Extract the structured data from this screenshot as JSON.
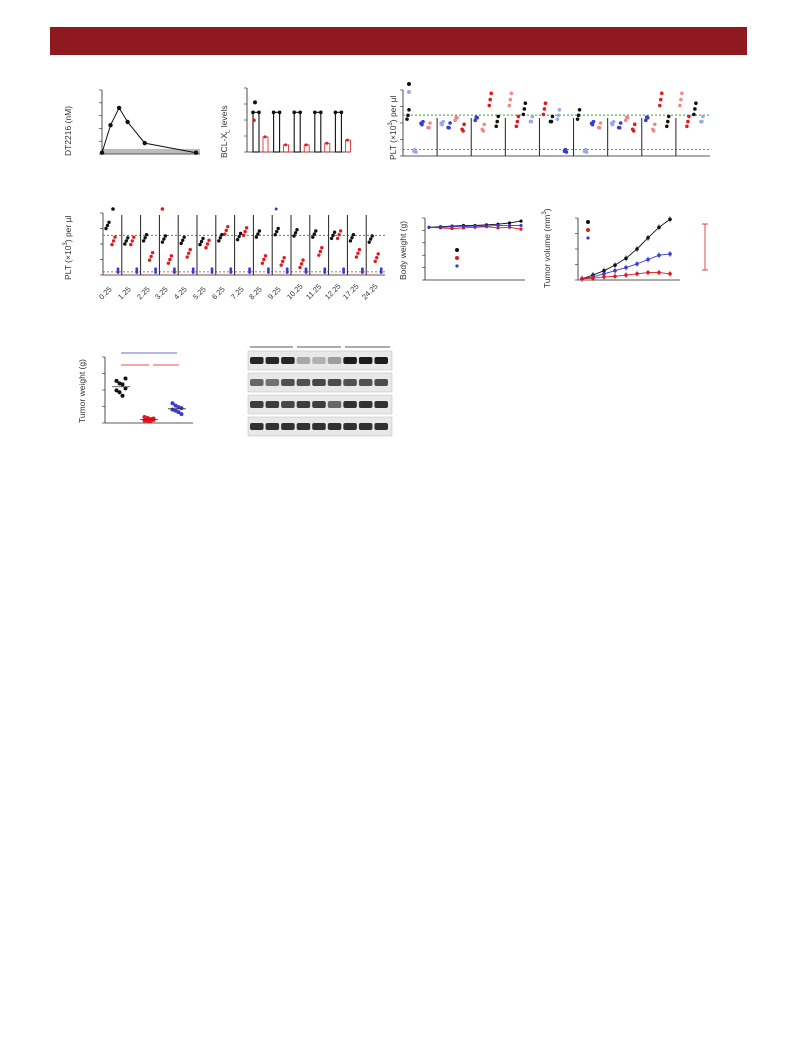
{
  "colors": {
    "banner": "#8e1a1f",
    "black": "#111111",
    "red": "#e0191f",
    "blue": "#3a3ad0",
    "lightblue": "#9aa8e6",
    "lightred": "#f08a8a",
    "green": "#2aa52a",
    "hatch": "#bbbbbb"
  },
  "axis_labels": {
    "dt2216": "DT2216 (nM)",
    "bclxl": "BCL-X",
    "bclxl_sub": "L",
    "bclxl_tail": " levels",
    "plt_pre": "PLT (×10",
    "plt_sup": "3",
    "plt_post": ") per μl",
    "plt_post_b": ") per µl",
    "bodyweight": "Body weight (g)",
    "tumorvol_pre": "Tumor volume (mm",
    "tumorvol_sup": "3",
    "tumorvol_post": ")",
    "tumorweight": "Tumor weight (g)"
  },
  "chart_data": [
    {
      "type": "line",
      "panel": "pk-concentration",
      "x": [
        0,
        1,
        2,
        3,
        5,
        11
      ],
      "y": [
        0.02,
        0.45,
        0.72,
        0.5,
        0.17,
        0.02
      ],
      "shaded_band": [
        0.02,
        0.08
      ]
    },
    {
      "type": "scatter",
      "panel": "bclxl-levels",
      "groups": 5,
      "black_values": [
        1.0,
        1.0,
        1.0,
        1.0,
        1.0
      ],
      "red_values": [
        0.38,
        0.18,
        0.18,
        0.22,
        0.3
      ],
      "outliers": [
        1.15,
        0.85
      ]
    },
    {
      "type": "scatter",
      "panel": "plt-dose-groups",
      "groups": 9,
      "reference_lines": {
        "green": 0.62,
        "red": 0.1
      }
    },
    {
      "type": "scatter",
      "panel": "plt-time-course",
      "categories": [
        "0.25",
        "1.25",
        "2.25",
        "3.25",
        "4.25",
        "5.25",
        "6.25",
        "7.25",
        "8.25",
        "9.25",
        "10.25",
        "11.25",
        "12.25",
        "17.25",
        "24.25"
      ]
    },
    {
      "type": "line",
      "panel": "body-weight",
      "series": [
        {
          "color": "black",
          "values": [
            0.85,
            0.86,
            0.87,
            0.88,
            0.88,
            0.89,
            0.9,
            0.92,
            0.95
          ]
        },
        {
          "color": "red",
          "values": [
            0.85,
            0.84,
            0.83,
            0.84,
            0.85,
            0.86,
            0.84,
            0.85,
            0.82
          ]
        },
        {
          "color": "blue",
          "values": [
            0.85,
            0.85,
            0.86,
            0.86,
            0.87,
            0.87,
            0.88,
            0.88,
            0.88
          ]
        }
      ]
    },
    {
      "type": "line",
      "panel": "tumor-volume",
      "series": [
        {
          "color": "black",
          "values": [
            0.02,
            0.08,
            0.15,
            0.24,
            0.35,
            0.5,
            0.68,
            0.85,
            0.98
          ]
        },
        {
          "color": "blue",
          "values": [
            0.02,
            0.05,
            0.1,
            0.15,
            0.2,
            0.26,
            0.33,
            0.4,
            0.42
          ]
        },
        {
          "color": "red",
          "values": [
            0.02,
            0.03,
            0.05,
            0.06,
            0.08,
            0.1,
            0.12,
            0.12,
            0.1
          ]
        }
      ]
    },
    {
      "type": "scatter",
      "panel": "tumor-weight",
      "groups": [
        {
          "color": "black",
          "values": [
            0.85,
            0.8,
            0.78,
            0.7,
            0.66,
            0.62,
            0.55,
            0.9
          ]
        },
        {
          "color": "red",
          "values": [
            0.12,
            0.1,
            0.08,
            0.06,
            0.05,
            0.04,
            0.03,
            0.09
          ]
        },
        {
          "color": "blue",
          "values": [
            0.4,
            0.35,
            0.32,
            0.3,
            0.27,
            0.25,
            0.22,
            0.18
          ]
        }
      ]
    },
    {
      "type": "table",
      "panel": "western-blot",
      "rows": 4,
      "lanes": 9
    }
  ]
}
